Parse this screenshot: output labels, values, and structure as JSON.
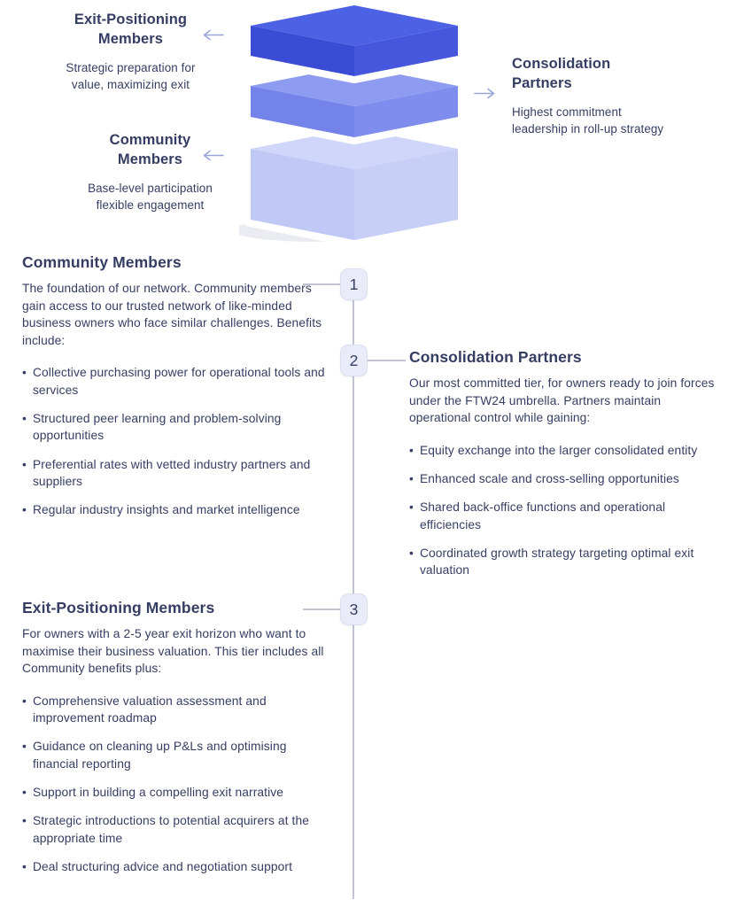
{
  "ui": {
    "bullet": "•"
  },
  "colors": {
    "text": "#363d63",
    "arrow": "#99a4d9",
    "timeline": "#c2c5d1",
    "badge_bg": "#e9ecf8",
    "tier_top": {
      "top": "#4c61e4",
      "left": "#3a4cd4",
      "right": "#4657de"
    },
    "tier_middle": {
      "top": "#8d9bf1",
      "left": "#7483e9",
      "right": "#7f8eee"
    },
    "tier_bottom": {
      "top": "#cfd6f9",
      "left": "#c0c9f6",
      "right": "#c7cff7"
    },
    "shadow": "#cdd0dd"
  },
  "callouts": {
    "exit": {
      "title": "Exit-Positioning\nMembers",
      "desc": "Strategic preparation for\nvalue, maximizing exit"
    },
    "consolidation": {
      "title": "Consolidation\nPartners",
      "desc": "Highest commitment\nleadership in roll-up strategy"
    },
    "community": {
      "title": "Community\nMembers",
      "desc": "Base-level participation\nflexible engagement"
    }
  },
  "sections": [
    {
      "number": "1",
      "title": "Community Members",
      "intro": "The foundation of our network. Community members gain access to our trusted network of like-minded business owners who face similar challenges. Benefits include:",
      "bullets": [
        "Collective purchasing power for operational tools and services",
        "Structured peer learning and problem-solving opportunities",
        "Preferential rates with vetted industry partners and suppliers",
        "Regular industry insights and market intelligence"
      ]
    },
    {
      "number": "2",
      "title": "Consolidation Partners",
      "intro": "Our most committed tier, for owners ready to join forces under the FTW24 umbrella. Partners maintain operational control while gaining:",
      "bullets": [
        "Equity exchange into the larger consolidated entity",
        "Enhanced scale and cross-selling opportunities",
        "Shared back-office functions and operational efficiencies",
        "Coordinated growth strategy targeting optimal exit valuation"
      ]
    },
    {
      "number": "3",
      "title": "Exit-Positioning Members",
      "intro": "For owners with a 2-5 year exit horizon who want to maximise their business valuation. This tier includes all Community benefits plus:",
      "bullets": [
        "Comprehensive valuation assessment and improvement roadmap",
        "Guidance on cleaning up P&Ls and optimising financial reporting",
        "Support in building a compelling exit narrative",
        "Strategic introductions to potential acquirers at the appropriate time",
        "Deal structuring advice and negotiation support"
      ]
    }
  ]
}
